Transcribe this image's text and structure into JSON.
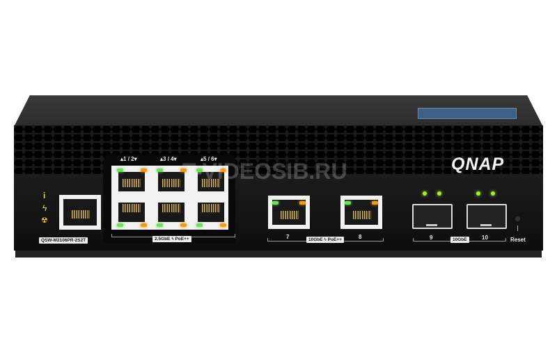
{
  "brand": "QNAP",
  "model": "QSW-M2106PR-2S2T",
  "port_groups": {
    "rj45_25g": {
      "labels": [
        "1 / 2",
        "3 / 4",
        "5 / 6"
      ],
      "tag": "2.5GbE ϟ PoE++"
    },
    "rj45_10g": {
      "labels": [
        "7",
        "8"
      ],
      "tag": "10GbE ϟ PoE++"
    },
    "sfp_10g": {
      "labels": [
        "9",
        "10"
      ],
      "tag": "10GbE"
    }
  },
  "status_icons": [
    "info-icon",
    "power-icon",
    "fan-icon"
  ],
  "reset_label": "Reset",
  "watermark": "T-VIDEOSIB.RU",
  "colors": {
    "led_green": "#6fe05a",
    "led_orange": "#f09a1a",
    "body": "#1a1a1a"
  }
}
